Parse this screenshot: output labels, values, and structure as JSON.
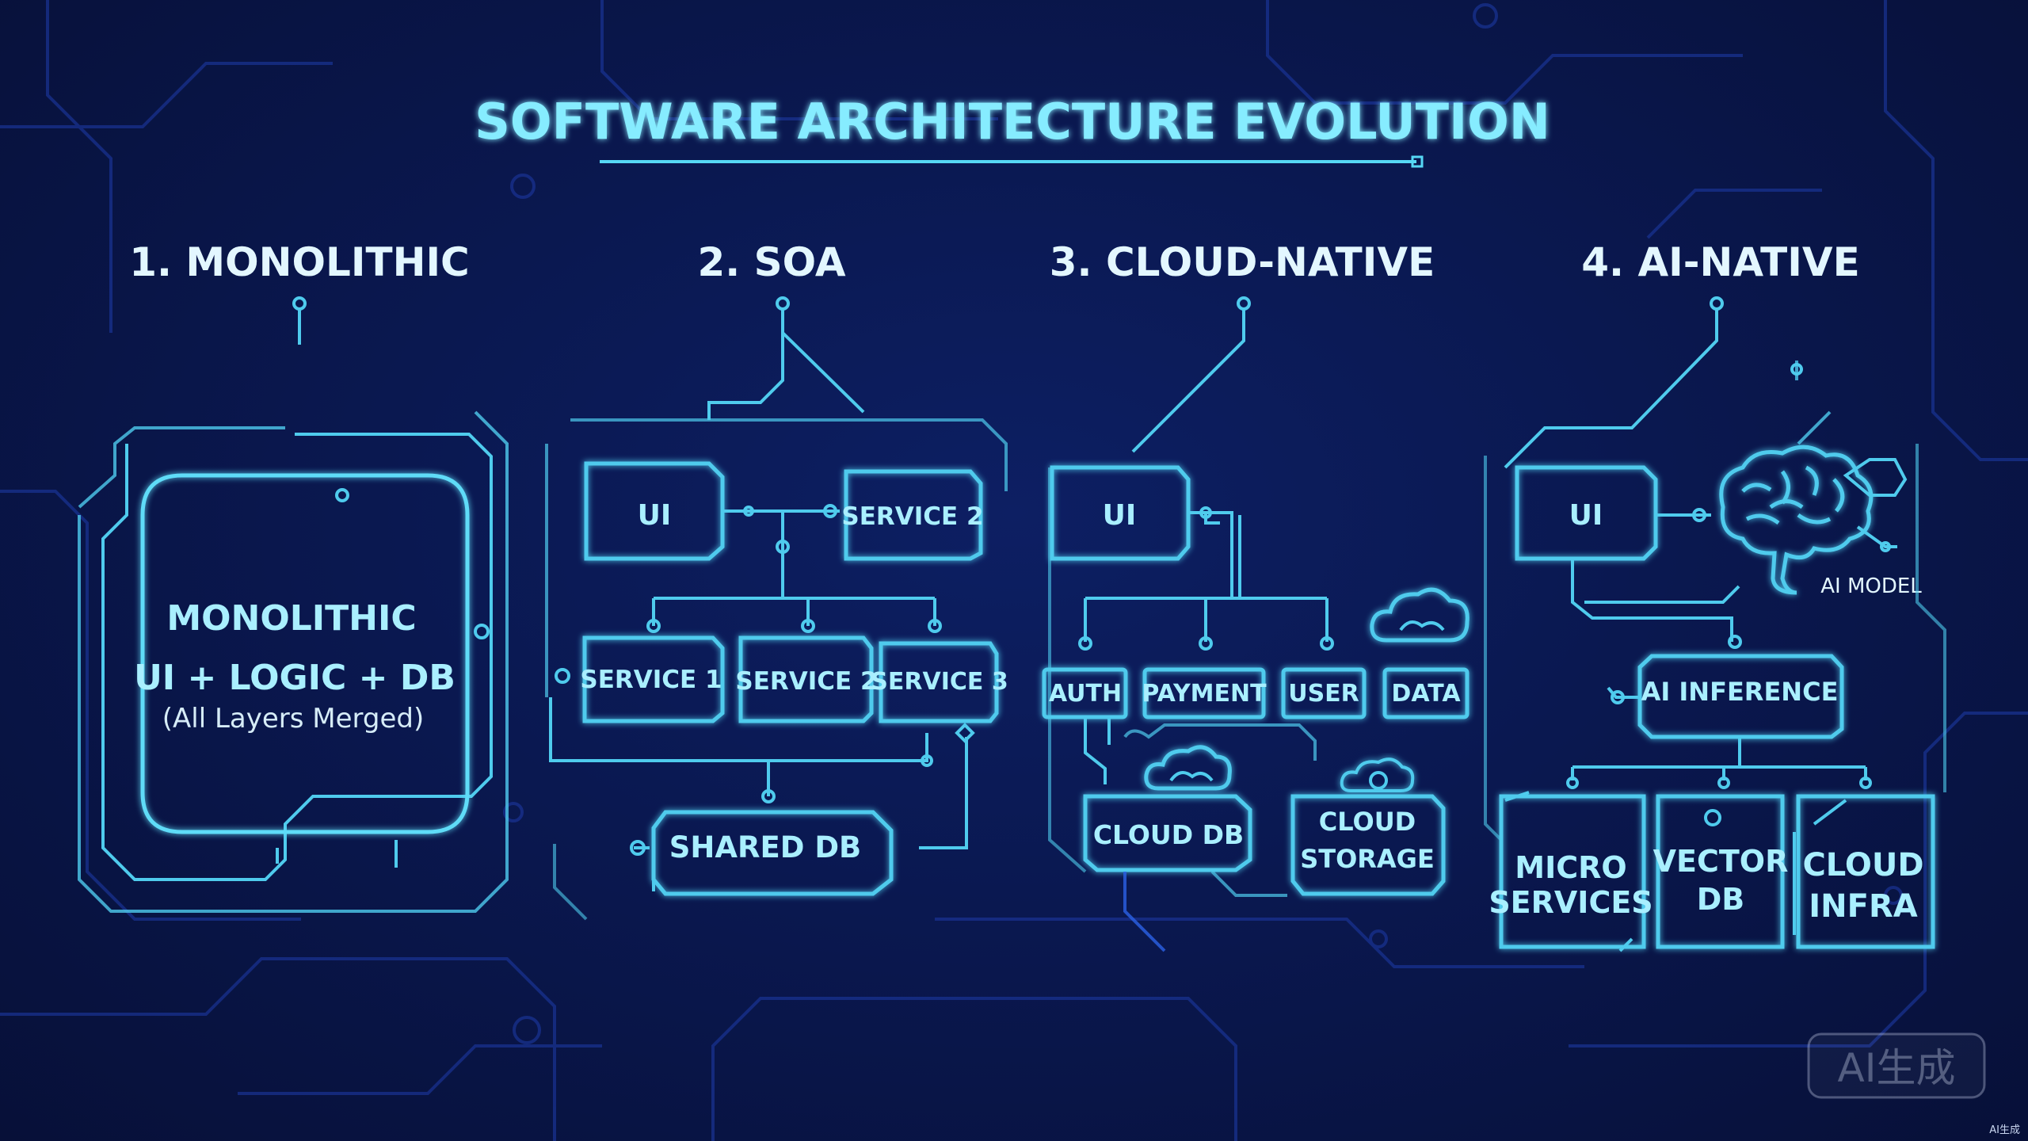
{
  "title": "SOFTWARE ARCHITECTURE EVOLUTION",
  "columns": [
    {
      "heading": "1. MONOLITHIC",
      "box_title": "MONOLITHIC",
      "box_line": "UI + LOGIC + DB",
      "box_note": "(All Layers Merged)"
    },
    {
      "heading": "2. SOA",
      "ui": "UI",
      "service_top": "SERVICE 2",
      "services": [
        "SERVICE 1",
        "SERVICE 2",
        "SERVICE 3"
      ],
      "db": "SHARED DB"
    },
    {
      "heading": "3. CLOUD-NATIVE",
      "ui": "UI",
      "services": [
        "AUTH",
        "PAYMENT",
        "USER",
        "DATA"
      ],
      "db": "CLOUD DB",
      "storage_line1": "CLOUD",
      "storage_line2": "STORAGE"
    },
    {
      "heading": "4. AI-NATIVE",
      "ui": "UI",
      "model": "AI MODEL",
      "inference": "AI INFERENCE",
      "bottom": [
        {
          "line1": "MICRO",
          "line2": "SERVICES"
        },
        {
          "line1": "VECTOR",
          "line2": "DB"
        },
        {
          "line1": "CLOUD",
          "line2": "INFRA"
        }
      ]
    }
  ],
  "watermark": "AI生成",
  "corner_mark": "AI生成",
  "colors": {
    "background": "#0a1850",
    "accent": "#56d8f5",
    "title": "#86ecff",
    "heading": "#e3f7ff"
  },
  "icons": [
    "cloud-icon",
    "brain-icon",
    "node-dot-icon"
  ]
}
